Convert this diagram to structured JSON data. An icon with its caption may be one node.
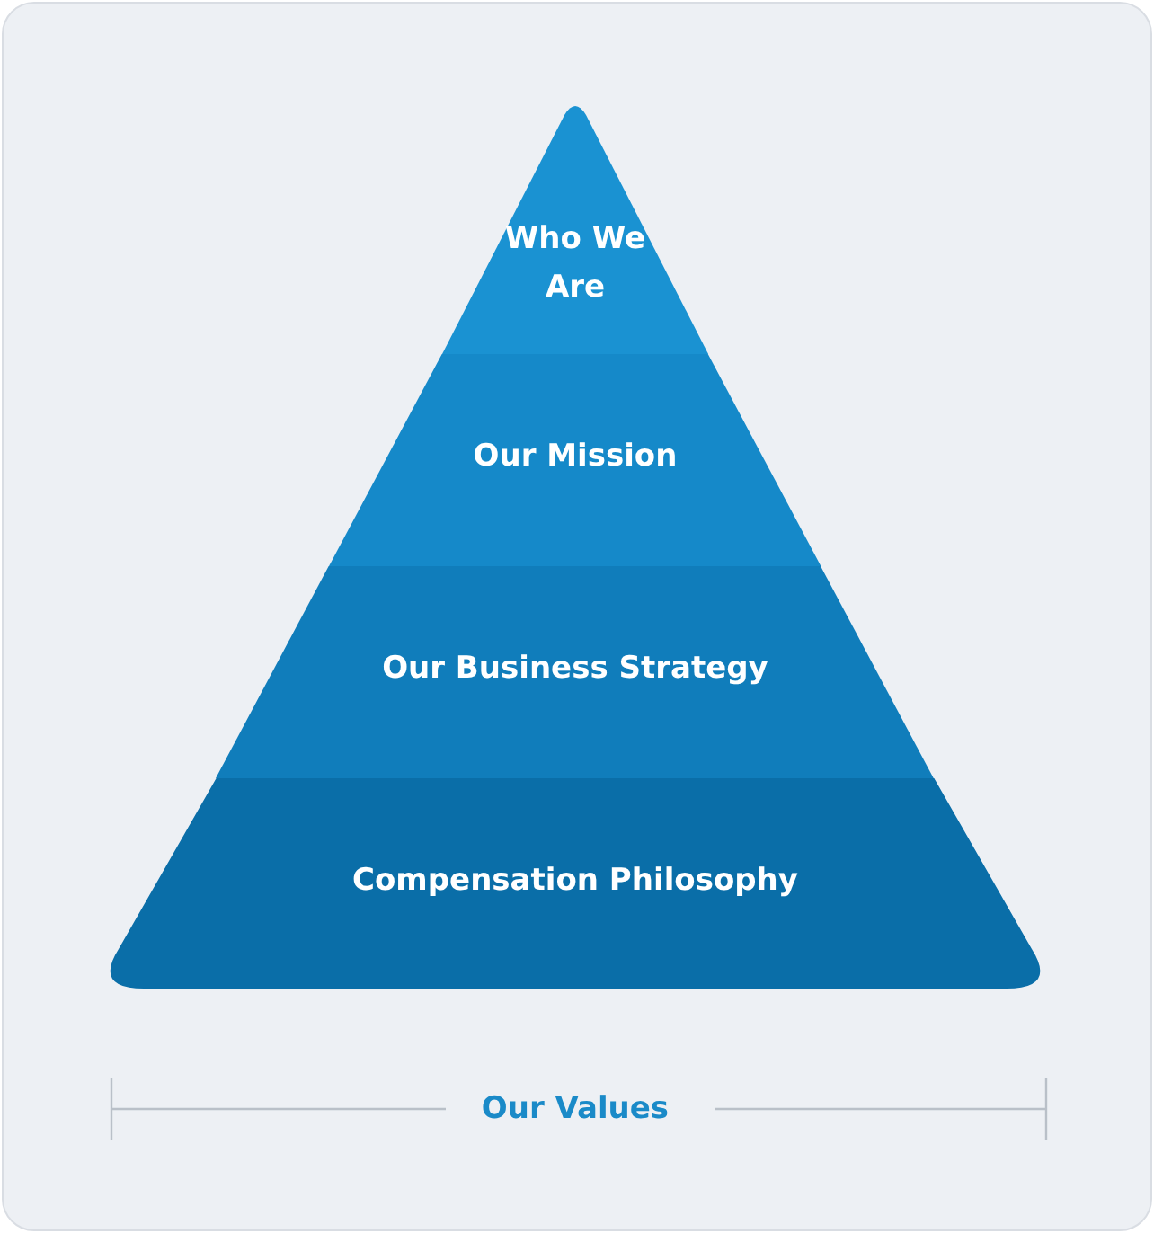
{
  "diagram": {
    "nodes": [
      {
        "text": [
          "Who We Are"
        ]
      },
      {
        "text": [
          "Our Mission"
        ]
      },
      {
        "text": [
          "Our Business Strategy"
        ]
      },
      {
        "text": [
          "Compensation Philosophy"
        ]
      }
    ],
    "edges": [],
    "labels": [
      "Our Values"
    ]
  }
}
